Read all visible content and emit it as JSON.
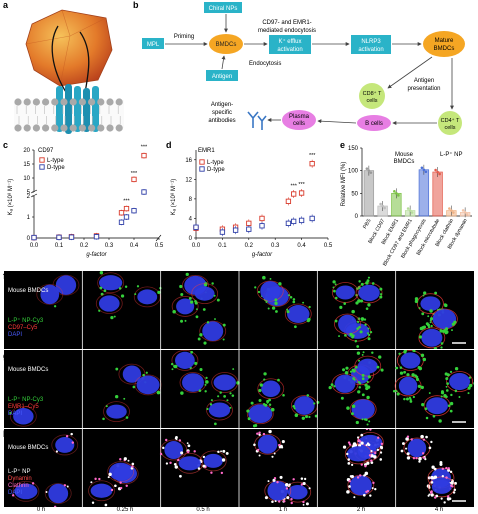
{
  "panels": {
    "a": "a",
    "b": "b",
    "c": "c",
    "d": "d",
    "e": "e",
    "f": "f",
    "g": "g",
    "h": "h"
  },
  "schematic": {
    "mpl": "MPL",
    "priming": "Priming",
    "bmdcs": "BMDCs",
    "chiral_nps": "Chiral NPs",
    "endocytosis_mediated": [
      "CD97- and EMR1-",
      "mediated endocytosis"
    ],
    "k_efflux": [
      "K⁺ efflux",
      "activation"
    ],
    "nlrp3": [
      "NLRP3",
      "activation"
    ],
    "mature_bmdcs": [
      "Mature",
      "BMDCs"
    ],
    "antigen": "Antigen",
    "endocytosis": "Endocytosis",
    "cd8": [
      "CD8⁺ T",
      "cells"
    ],
    "antigen_presentation": [
      "Antigen",
      "presentation"
    ],
    "cd4": [
      "CD4⁺ T",
      "cells"
    ],
    "b_cells": "B cells",
    "plasma": [
      "Plasma",
      "cells"
    ],
    "antibodies": [
      "Antigen-",
      "specific",
      "antibodies"
    ]
  },
  "colors": {
    "teal": "#26a8c2",
    "orange": "#f5a623",
    "green_cell": "#c5e77b",
    "pink_cell": "#e77ee3",
    "l_type": "#d93a2b",
    "d_type": "#2f3fa8"
  },
  "chart_data": [
    {
      "id": "c",
      "type": "scatter",
      "title": "CD97",
      "xlabel": "g-factor",
      "ylabel": "Kₐ (×10⁸ M⁻¹)",
      "xticks": [
        "0.0",
        "0.1",
        "0.2",
        "0.3",
        "0.4",
        "0.5"
      ],
      "yticks_lower": [
        "0",
        "1",
        "2"
      ],
      "yticks_upper": [
        "5",
        "10",
        "15",
        "20"
      ],
      "ylim_lower": [
        0,
        2
      ],
      "ylim_upper": [
        5,
        20
      ],
      "series": [
        {
          "name": "L-type",
          "x": [
            0.0,
            0.1,
            0.15,
            0.25,
            0.35,
            0.37,
            0.4,
            0.44
          ],
          "y": [
            0.02,
            0.04,
            0.06,
            0.1,
            1.2,
            1.4,
            9.5,
            18.0
          ]
        },
        {
          "name": "D-type",
          "x": [
            0.0,
            0.1,
            0.15,
            0.25,
            0.35,
            0.37,
            0.4,
            0.44
          ],
          "y": [
            0.02,
            0.03,
            0.04,
            0.06,
            0.75,
            1.0,
            1.3,
            5.0
          ]
        }
      ],
      "annotations": [
        "***",
        "***",
        "***"
      ]
    },
    {
      "id": "d",
      "type": "scatter",
      "title": "EMR1",
      "xlabel": "g-factor",
      "ylabel": "Kₐ (×10⁸ M⁻¹)",
      "xticks": [
        "0.0",
        "0.1",
        "0.2",
        "0.3",
        "0.4",
        "0.5"
      ],
      "yticks": [
        "0",
        "4",
        "8",
        "12",
        "16"
      ],
      "ylim": [
        0,
        18
      ],
      "series": [
        {
          "name": "L-type",
          "x": [
            0.0,
            0.1,
            0.15,
            0.2,
            0.25,
            0.35,
            0.37,
            0.4,
            0.44
          ],
          "y": [
            2.0,
            1.8,
            2.2,
            3.0,
            4.0,
            7.5,
            9.0,
            9.2,
            15.2
          ]
        },
        {
          "name": "D-type",
          "x": [
            0.0,
            0.1,
            0.15,
            0.2,
            0.25,
            0.35,
            0.37,
            0.4,
            0.44
          ],
          "y": [
            2.2,
            1.2,
            1.6,
            1.8,
            2.5,
            3.0,
            3.4,
            3.6,
            4.0
          ]
        }
      ],
      "annotations": [
        "***",
        "***",
        "***"
      ]
    },
    {
      "id": "e",
      "type": "bar",
      "ylabel": "Relative MFI (%)",
      "yticks": [
        "0",
        "50",
        "100",
        "150"
      ],
      "ylim": [
        0,
        150
      ],
      "legend_title": "Mouse BMDCs",
      "legend_np": "L-P⁺ NP",
      "categories": [
        "PBS",
        "Block CD97",
        "Block EMR1",
        "Block CD97 and EMR1",
        "Block phagocytosis",
        "Block microtubule",
        "Block clathrin",
        "Block dynamin"
      ],
      "values": [
        100,
        22,
        50,
        12,
        102,
        97,
        12,
        8
      ],
      "bar_colors": [
        "#9a9a9a",
        "#bdbdbd",
        "#7ac143",
        "#b6dd9a",
        "#4a6fd8",
        "#e35a4a",
        "#f0b284",
        "#f2c3a7"
      ]
    }
  ],
  "micrographs": {
    "times": [
      "0 h",
      "0.25 h",
      "0.5 h",
      "1 h",
      "2 h",
      "4 h"
    ],
    "rows": [
      {
        "title": "Mouse BMDCs",
        "labels": [
          "L-P⁺ NP-Cy3",
          "CD97–Cy5",
          "DAPI"
        ],
        "colors": [
          "#35d13b",
          "#ff3a3a",
          "#4a5cff"
        ]
      },
      {
        "title": "Mouse BMDCs",
        "labels": [
          "L-P⁺ NP-Cy3",
          "EMR1–Cy5",
          "DAPI"
        ],
        "colors": [
          "#35d13b",
          "#ff3a3a",
          "#4a5cff"
        ]
      },
      {
        "title": "Mouse BMDCs",
        "labels": [
          "L-P⁺ NP",
          "Dynamin",
          "Clathrin",
          "DAPI"
        ],
        "colors": [
          "#ffffff",
          "#ff4a4a",
          "#ff69c8",
          "#4a5cff"
        ]
      }
    ]
  }
}
